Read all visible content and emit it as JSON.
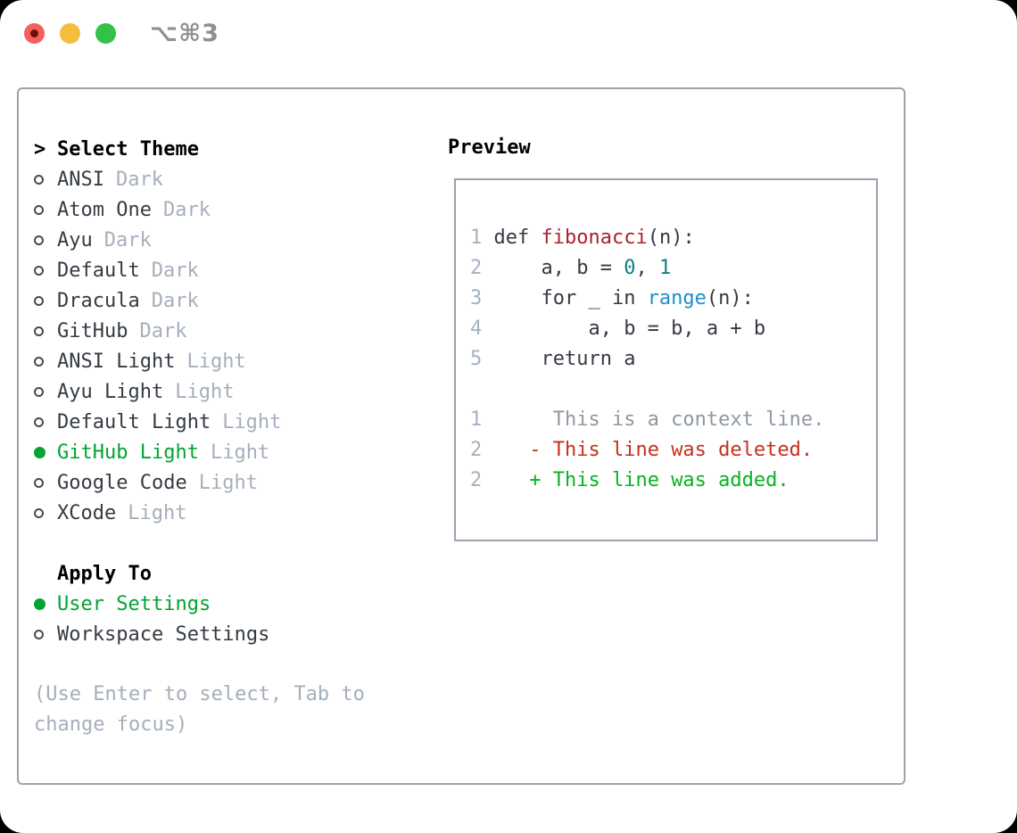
{
  "titlebar": {
    "title": "⌥⌘3"
  },
  "theme_picker": {
    "header": {
      "prompt": ">",
      "label": "Select Theme"
    },
    "themes": [
      {
        "name": "ANSI",
        "tag": "Dark",
        "selected": false
      },
      {
        "name": "Atom One",
        "tag": "Dark",
        "selected": false
      },
      {
        "name": "Ayu",
        "tag": "Dark",
        "selected": false
      },
      {
        "name": "Default",
        "tag": "Dark",
        "selected": false
      },
      {
        "name": "Dracula",
        "tag": "Dark",
        "selected": false
      },
      {
        "name": "GitHub",
        "tag": "Dark",
        "selected": false
      },
      {
        "name": "ANSI Light",
        "tag": "Light",
        "selected": false
      },
      {
        "name": "Ayu Light",
        "tag": "Light",
        "selected": false
      },
      {
        "name": "Default Light",
        "tag": "Light",
        "selected": false
      },
      {
        "name": "GitHub Light",
        "tag": "Light",
        "selected": true
      },
      {
        "name": "Google Code",
        "tag": "Light",
        "selected": false
      },
      {
        "name": "XCode",
        "tag": "Light",
        "selected": false
      }
    ],
    "apply_to": {
      "label": "Apply To",
      "options": [
        {
          "name": "User Settings",
          "selected": true
        },
        {
          "name": "Workspace Settings",
          "selected": false
        }
      ]
    },
    "hint": "(Use Enter to select, Tab to change focus)"
  },
  "preview": {
    "title": "Preview",
    "code_lines": [
      {
        "tokens": [
          {
            "text": "1 ",
            "style": "ln"
          },
          {
            "text": "def ",
            "style": "plain"
          },
          {
            "text": "fibonacci",
            "style": "func"
          },
          {
            "text": "(n):",
            "style": "plain"
          }
        ]
      },
      {
        "tokens": [
          {
            "text": "2 ",
            "style": "ln"
          },
          {
            "text": "    a, b = ",
            "style": "plain"
          },
          {
            "text": "0",
            "style": "num"
          },
          {
            "text": ", ",
            "style": "plain"
          },
          {
            "text": "1",
            "style": "num"
          }
        ]
      },
      {
        "tokens": [
          {
            "text": "3 ",
            "style": "ln"
          },
          {
            "text": "    for _ in ",
            "style": "plain"
          },
          {
            "text": "range",
            "style": "builtin"
          },
          {
            "text": "(n):",
            "style": "plain"
          }
        ]
      },
      {
        "tokens": [
          {
            "text": "4 ",
            "style": "ln"
          },
          {
            "text": "        a, b = b, a + b",
            "style": "plain"
          }
        ]
      },
      {
        "tokens": [
          {
            "text": "5 ",
            "style": "ln"
          },
          {
            "text": "    return a",
            "style": "plain"
          }
        ]
      },
      {
        "tokens": [
          {
            "text": " ",
            "style": "plain"
          }
        ]
      },
      {
        "tokens": [
          {
            "text": "1 ",
            "style": "ln"
          },
          {
            "text": "     This is a context line.",
            "style": "context"
          }
        ]
      },
      {
        "tokens": [
          {
            "text": "2 ",
            "style": "ln"
          },
          {
            "text": "   ",
            "style": "plain"
          },
          {
            "text": "- This line was deleted.",
            "style": "deleted"
          }
        ]
      },
      {
        "tokens": [
          {
            "text": "2 ",
            "style": "ln"
          },
          {
            "text": "   ",
            "style": "plain"
          },
          {
            "text": "+ This line was added.",
            "style": "added"
          }
        ]
      }
    ]
  },
  "colors": {
    "selected_green": "#00a432",
    "text_dark": "#343b43",
    "tag_gray": "#a6afbc",
    "hint_gray": "#a5aebb",
    "line_number_gray": "#a6b0bf",
    "function_red": "#a8232e",
    "number_teal": "#0e7f82",
    "builtin_blue": "#1f8dcf",
    "context_gray": "#8f99a3",
    "deleted_red": "#c5301d",
    "added_green": "#07b322",
    "panel_border": "#9aa3ae",
    "traffic_red": "#f4605a",
    "traffic_yellow": "#f6bd3c",
    "traffic_green": "#35c148"
  }
}
